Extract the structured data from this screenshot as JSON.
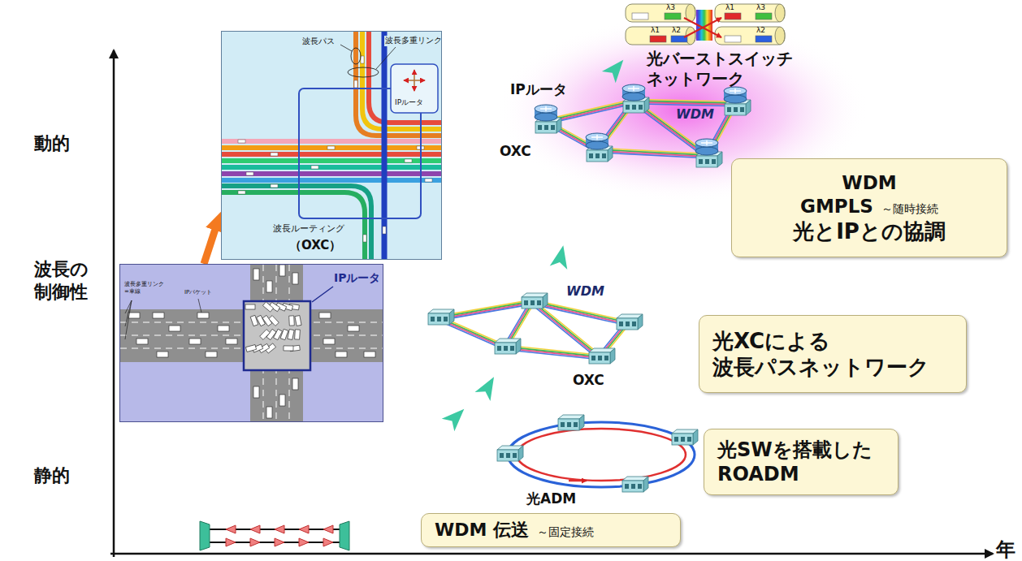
{
  "diagram": {
    "nodes": [
      {
        "text": [
          "IPルータ",
          "波長多重リンク =車線",
          "IPパケット"
        ]
      },
      {
        "text": [
          "波長パス",
          "波長多重リンク",
          "IPルータ",
          "波長ルーティング",
          "（OXC）"
        ]
      },
      {
        "text": [
          "WDM 伝送",
          "～固定接続"
        ]
      },
      {
        "text": [
          "光SWを搭載した ROADM"
        ]
      },
      {
        "text": [
          "光XCによる 波長パスネットワーク"
        ]
      },
      {
        "text": [
          "WDM",
          "GMPLS",
          "～随時接続",
          "光とIPとの協調"
        ]
      }
    ],
    "edges": [
      {
        "from": 0,
        "to": 1,
        "arrow": "to"
      }
    ],
    "labels": [
      "動的",
      "波長の制御性",
      "静的",
      "λ3",
      "λ1",
      "λ3",
      "λ1",
      "λ2",
      "λ2",
      "光バーストスイッチ ネットワーク",
      "IPルータ",
      "OXC",
      "WDM",
      "WDM",
      "OXC",
      "光ADM",
      "年"
    ]
  }
}
